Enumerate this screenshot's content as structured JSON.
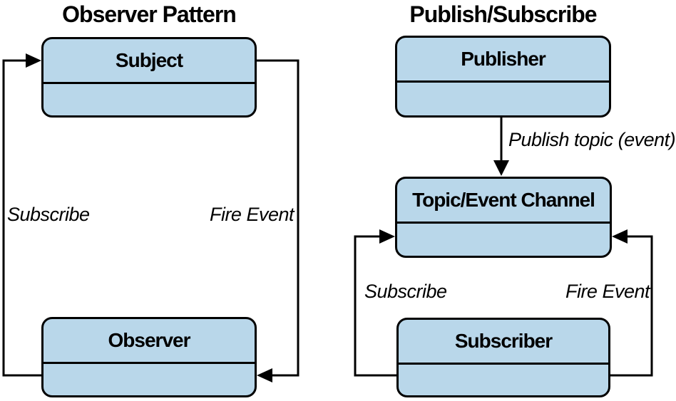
{
  "left_diagram": {
    "title": "Observer Pattern",
    "nodes": {
      "subject": "Subject",
      "observer": "Observer"
    },
    "edges": {
      "subscribe": "Subscribe",
      "fire_event": "Fire Event"
    }
  },
  "right_diagram": {
    "title": "Publish/Subscribe",
    "nodes": {
      "publisher": "Publisher",
      "channel": "Topic/Event Channel",
      "subscriber": "Subscriber"
    },
    "edges": {
      "publish": "Publish topic (event)",
      "subscribe": "Subscribe",
      "fire_event": "Fire Event"
    }
  },
  "colors": {
    "node_fill": "#B9D7EA",
    "stroke": "#000000",
    "background": "#FFFFFF",
    "text": "#000000"
  }
}
